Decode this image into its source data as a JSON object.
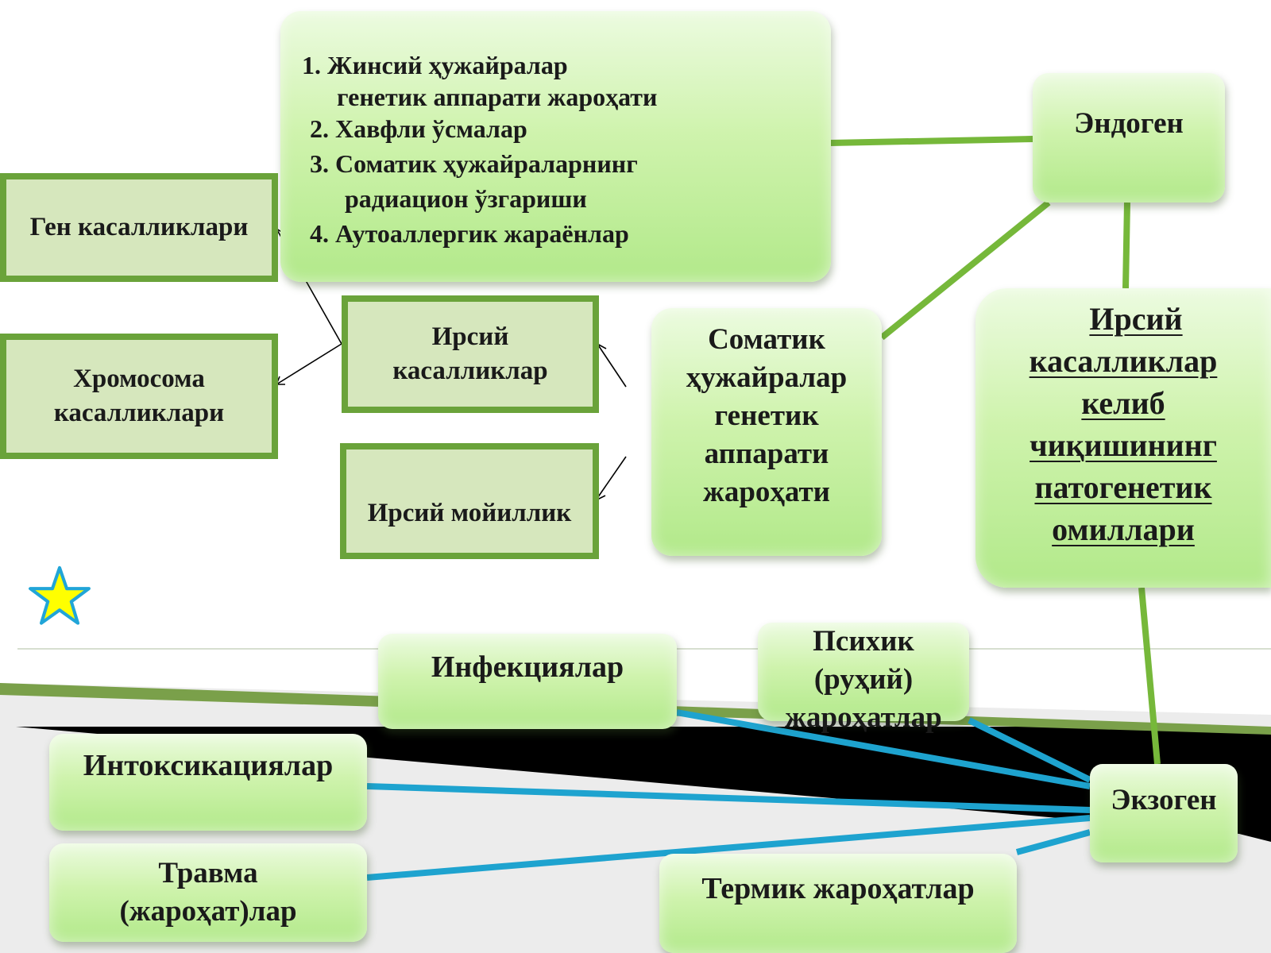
{
  "diagram": {
    "pathogenesis_list": [
      "1. Жинсий ҳужайралар",
      "генетик аппарати жароҳати",
      "2. Хавфли ўсмалар",
      "3. Соматик ҳужайраларнинг",
      "радиацион ўзгариши",
      "4. Аутоаллергик жараёнлар"
    ],
    "endogen": "Эндоген",
    "exogen": "Экзоген",
    "gene_diseases": "Ген касалликлари",
    "chromosome_diseases": {
      "line1": "Хромосома",
      "line2": "касалликлари"
    },
    "hereditary_diseases": {
      "line1": "Ирсий",
      "line2": "касалликлар"
    },
    "hereditary_predisposition": "Ирсий мойиллик",
    "somatic_damage": {
      "line1": "Соматик",
      "line2": "ҳужайралар",
      "line3": "генетик",
      "line4": "аппарати",
      "line5": "жароҳати"
    },
    "title": {
      "line1": "Ирсий",
      "line2": "касалликлар",
      "line3": "келиб",
      "line4": "чиқишининг",
      "line5": "патогенетик",
      "line6": "омиллари"
    },
    "exogenous_factors": {
      "infections": "Инфекциялар",
      "psychic": {
        "line1": "Психик",
        "line2": "(руҳий)",
        "line3": "жароҳатлар"
      },
      "intoxications": "Интоксикациялар",
      "trauma": {
        "line1": "Травма",
        "line2": "(жароҳат)лар"
      },
      "thermal": "Термик жароҳатлар"
    }
  },
  "colors": {
    "box_light": "#ecfbe0",
    "box_green": "#b2e98a",
    "square_fill": "#d6e7bd",
    "square_border": "#6aa33a",
    "green_connector": "#76b83a",
    "blue_connector": "#1ea3cf",
    "star_fill": "#ffff00",
    "star_outline": "#21a5d8"
  },
  "icons": {
    "star": "star-icon"
  }
}
